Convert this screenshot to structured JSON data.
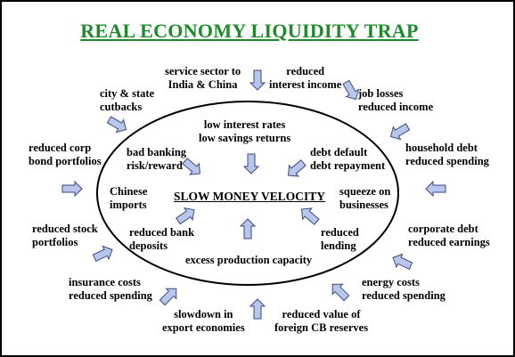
{
  "title": "REAL ECONOMY LIQUIDITY TRAP",
  "center": "SLOW MONEY VELOCITY",
  "colors": {
    "title": "#1f8a2a",
    "arrow_fill": "#b7c6ea",
    "arrow_stroke": "#3b4a80"
  },
  "outer": {
    "service_sector": "service sector to\nIndia & China",
    "reduced_interest_income": "reduced\ninterest income",
    "city_state": "city & state\ncutbacks",
    "job_losses": "job losses\nreduced income",
    "reduced_corp": "reduced corp\nbond portfolios",
    "household_debt": "household debt\nreduced spending",
    "reduced_stock": "reduced stock\nportfolios",
    "corporate_debt": "corporate debt\nreduced earnings",
    "insurance_costs": "insurance costs\nreduced spending",
    "energy_costs": "energy costs\nreduced spending",
    "slowdown_export": "slowdown in\nexport economies",
    "reduced_value": "reduced value of\nforeign CB reserves"
  },
  "inner": {
    "low_interest": "low interest rates\nlow savings returns",
    "bad_banking": "bad banking\nrisk/reward",
    "debt_default": "debt default\ndebt repayment",
    "chinese_imports": "Chinese\nimports",
    "squeeze": "squeeze on\nbusinesses",
    "reduced_bank": "reduced bank\ndeposits",
    "reduced_lending": "reduced\nlending",
    "excess_capacity": "excess production capacity"
  }
}
